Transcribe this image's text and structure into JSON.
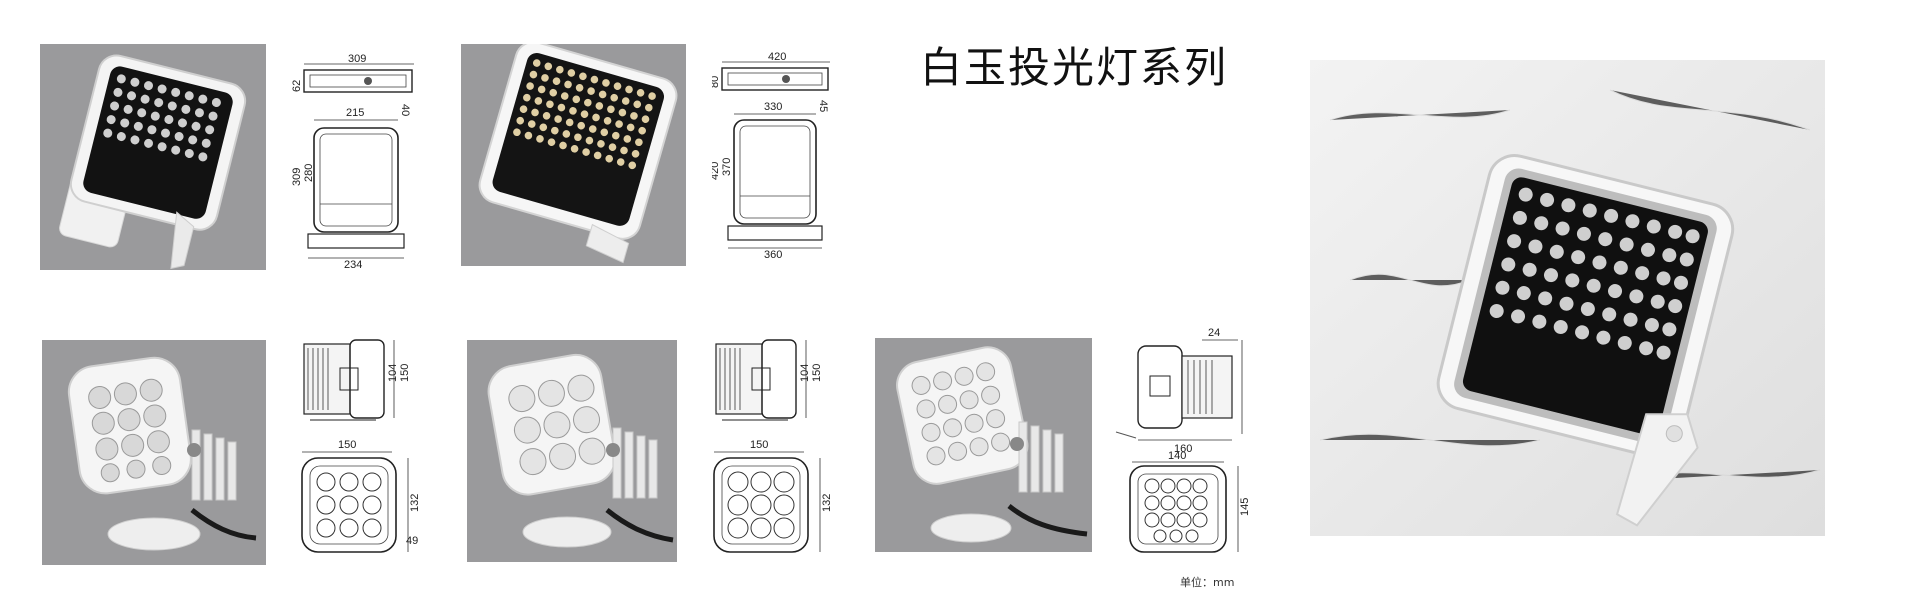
{
  "title": "白玉投光灯系列",
  "unit_note": "单位：mm",
  "products": [
    {
      "id": "square-small",
      "dims": {
        "top_width": "309",
        "side_height": "62",
        "top_depth": "40",
        "inner_width": "215",
        "height_outer": "309",
        "height_inner": "280",
        "base_width": "234"
      }
    },
    {
      "id": "square-large",
      "dims": {
        "top_width": "420",
        "side_height": "80",
        "top_depth": "45",
        "inner_width": "330",
        "height_outer": "420",
        "height_inner": "370",
        "base_width": "360"
      }
    },
    {
      "id": "round-12",
      "dims": {
        "side_h1": "104",
        "side_h2": "150",
        "front_width": "150",
        "front_height": "132",
        "bracket": "49"
      }
    },
    {
      "id": "round-9",
      "dims": {
        "side_h1": "104",
        "side_h2": "150",
        "front_width": "150",
        "front_height": "132"
      }
    },
    {
      "id": "round-18",
      "dims": {
        "side_top": "24",
        "side_width": "160",
        "front_width": "140",
        "front_height": "145"
      }
    }
  ]
}
